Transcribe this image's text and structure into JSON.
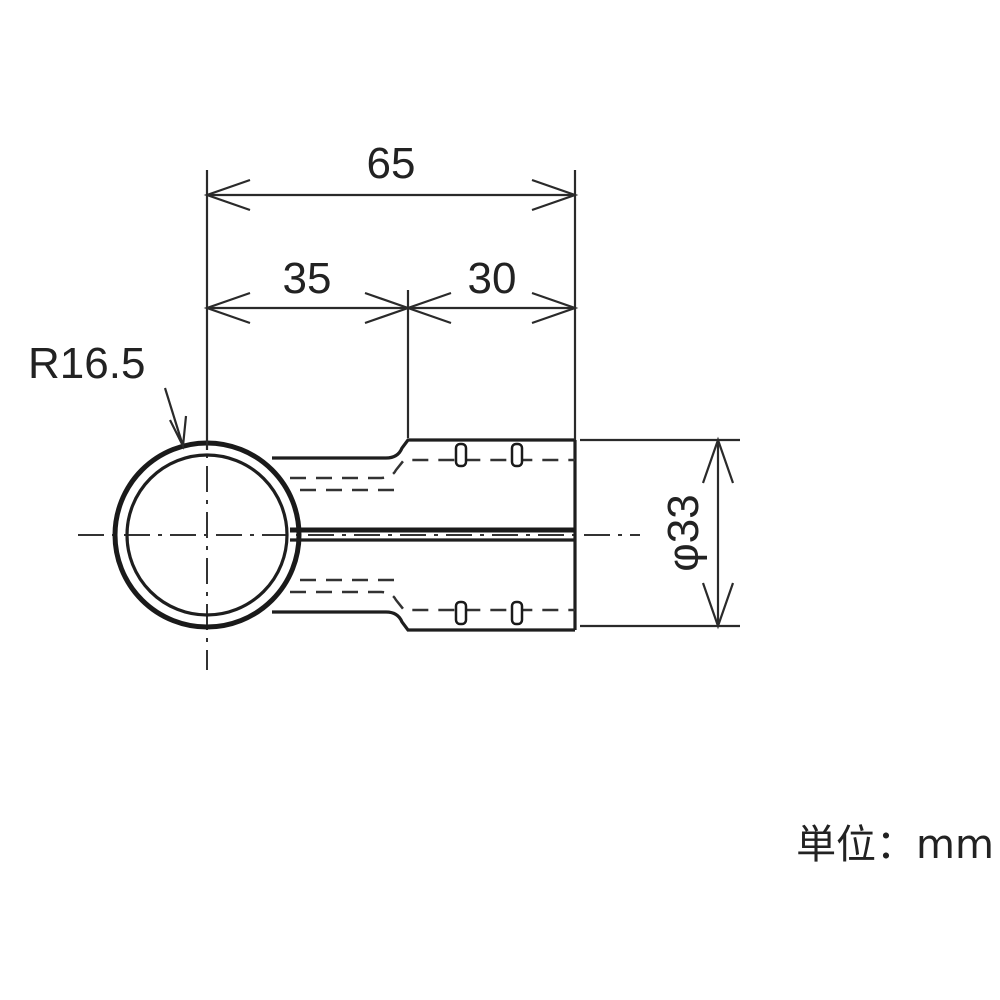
{
  "diagram": {
    "dimensions": {
      "overall_length": "65",
      "segment_left": "35",
      "segment_right": "30",
      "radius": "R16.5",
      "diameter": "φ33"
    },
    "unit_label": "単位：mm"
  }
}
